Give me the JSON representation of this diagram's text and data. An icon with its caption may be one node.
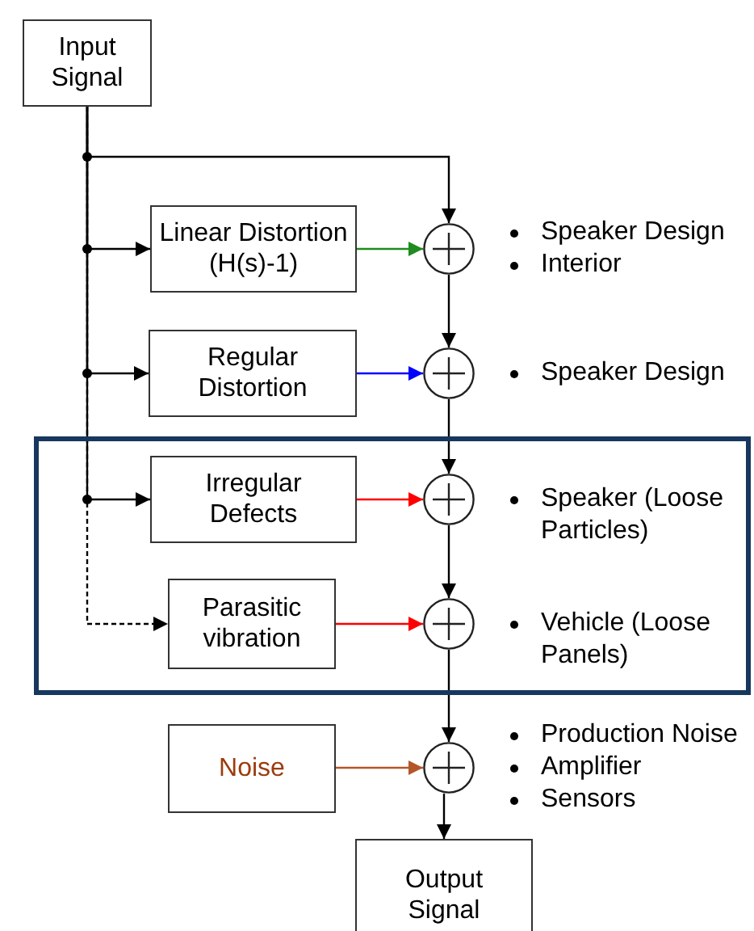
{
  "diagram": {
    "nodes": [
      {
        "text": [
          "Input Signal"
        ]
      },
      {
        "text": [
          "Linear Distortion (H(s)-1)"
        ]
      },
      {
        "text": [],
        "shape": "circle",
        "beside": [
          "Speaker Design",
          "Interior"
        ]
      },
      {
        "text": [
          "Regular Distortion"
        ]
      },
      {
        "text": [],
        "shape": "circle",
        "beside": [
          "Speaker Design"
        ]
      },
      {
        "text": [],
        "shape": "box"
      },
      {
        "text": [
          "Irregular Defects"
        ],
        "in": 5
      },
      {
        "text": [],
        "shape": "circle",
        "in": 5,
        "beside": [
          "Speaker (Loose Particles)"
        ]
      },
      {
        "text": [
          "Parasitic vibration"
        ],
        "in": 5
      },
      {
        "text": [],
        "shape": "circle",
        "in": 5,
        "beside": [
          "Vehicle (Loose Panels)"
        ]
      },
      {
        "text": [
          "Noise"
        ]
      },
      {
        "text": [],
        "shape": "circle",
        "beside": [
          "Production Noise",
          "Amplifier",
          "Sensors"
        ]
      },
      {
        "text": [
          "Output Signal"
        ]
      }
    ],
    "edges": [
      {
        "from": 0,
        "to": 2,
        "arrow": "to"
      },
      {
        "from": 0,
        "to": 1,
        "arrow": "to"
      },
      {
        "from": 0,
        "to": 3,
        "arrow": "to"
      },
      {
        "from": 0,
        "to": 6,
        "arrow": "to"
      },
      {
        "from": 0,
        "to": 8,
        "arrow": "to",
        "style": "dashed"
      },
      {
        "from": 1,
        "to": 2,
        "arrow": "to",
        "color": "#1e8c1e"
      },
      {
        "from": 2,
        "to": 4,
        "arrow": "to"
      },
      {
        "from": 3,
        "to": 4,
        "arrow": "to",
        "color": "#0000ff"
      },
      {
        "from": 4,
        "to": 7,
        "arrow": "to"
      },
      {
        "from": 6,
        "to": 7,
        "arrow": "to",
        "color": "#ff0000"
      },
      {
        "from": 7,
        "to": 9,
        "arrow": "to"
      },
      {
        "from": 8,
        "to": 9,
        "arrow": "to",
        "color": "#ff0000"
      },
      {
        "from": 9,
        "to": 11,
        "arrow": "to"
      },
      {
        "from": 10,
        "to": 11,
        "arrow": "to",
        "color": "#b5562a"
      },
      {
        "from": 11,
        "to": 12,
        "arrow": "to"
      }
    ]
  }
}
